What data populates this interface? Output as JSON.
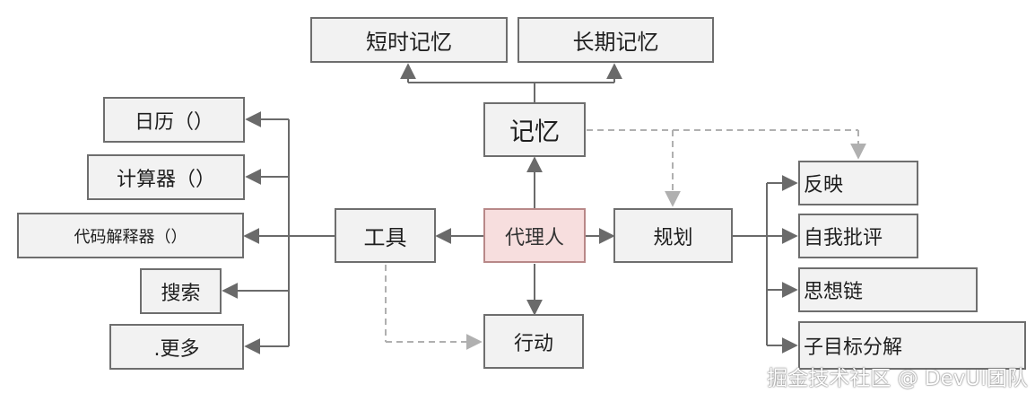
{
  "nodes": {
    "short_term_memory": "短时记忆",
    "long_term_memory": "长期记忆",
    "memory": "记忆",
    "agent": "代理人",
    "tools": "工具",
    "planning": "规划",
    "action": "行动",
    "calendar": "日历（）",
    "calculator": "计算器（）",
    "code_interpreter": "代码解释器（）",
    "search": "搜索",
    "more": ".更多",
    "reflection": "反映",
    "self_critique": "自我批评",
    "chain_of_thought": "思想链",
    "subgoal_decomposition": "子目标分解"
  },
  "colors": {
    "box_fill": "#f2f2f2",
    "box_border": "#6e6e6e",
    "agent_fill": "#f7dede",
    "solid_line": "#6a6a6a",
    "dashed_line": "#b0b0b0"
  },
  "watermark": "掘金技术社区 @ DevUI团队"
}
